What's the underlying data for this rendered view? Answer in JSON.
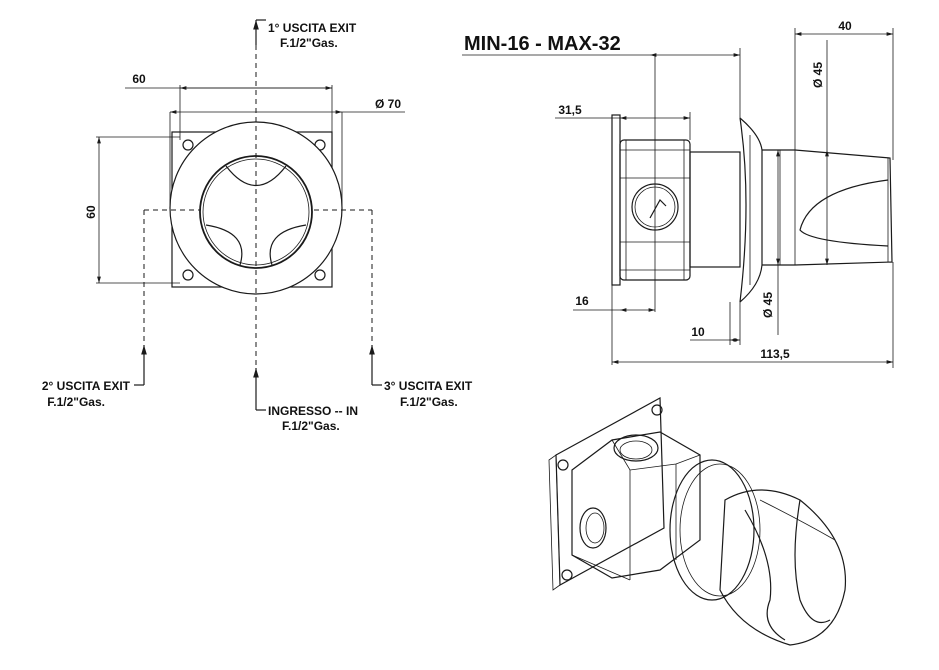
{
  "title": "MIN-16 - MAX-32",
  "front_view": {
    "width_dim": "60",
    "height_dim": "60",
    "diameter_dim": "Ø 70",
    "outlet_1": {
      "label": "1° USCITA EXIT",
      "thread": "F.1/2\"Gas."
    },
    "outlet_2": {
      "label": "2° USCITA EXIT",
      "thread": "F.1/2\"Gas."
    },
    "outlet_3": {
      "label": "3° USCITA EXIT",
      "thread": "F.1/2\"Gas."
    },
    "inlet": {
      "label": "INGRESSO -- IN",
      "thread": "F.1/2\"Gas."
    }
  },
  "side_view": {
    "dim_31_5": "31,5",
    "dim_16": "16",
    "dim_10": "10",
    "dim_113_5": "113,5",
    "dim_40": "40",
    "dia_45_top": "Ø 45",
    "dia_45_bottom": "Ø 45"
  }
}
